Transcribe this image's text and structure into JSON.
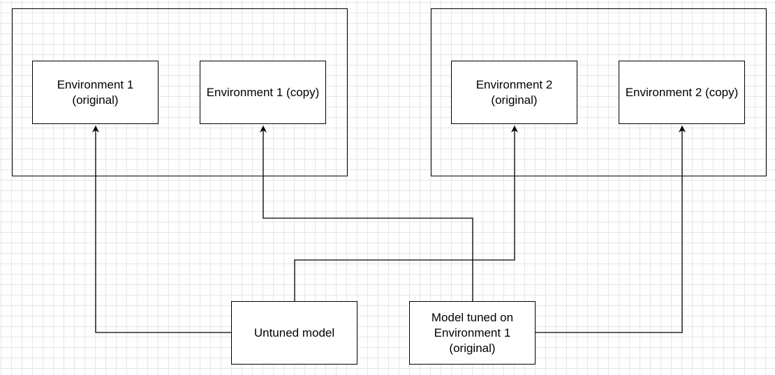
{
  "diagram": {
    "nodes": {
      "env1_original": {
        "text": "Environment 1\n(original)"
      },
      "env1_copy": {
        "text": "Environment 1 (copy)"
      },
      "env2_original": {
        "text": "Environment 2\n(original)"
      },
      "env2_copy": {
        "text": "Environment 2 (copy)"
      },
      "untuned_model": {
        "text": "Untuned model"
      },
      "tuned_model": {
        "text": "Model tuned on\nEnvironment 1\n(original)"
      }
    },
    "edges": [
      {
        "from": "untuned_model",
        "to": "env1_original"
      },
      {
        "from": "untuned_model",
        "to": "env2_original"
      },
      {
        "from": "tuned_model",
        "to": "env1_copy"
      },
      {
        "from": "tuned_model",
        "to": "env2_copy"
      }
    ],
    "colors": {
      "stroke": "#000000",
      "fill": "#ffffff",
      "grid": "#e6e6e6"
    }
  }
}
